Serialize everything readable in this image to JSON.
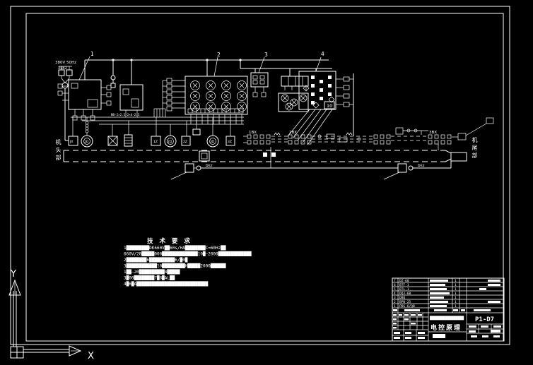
{
  "canvas": {
    "background": "#000000",
    "line_color": "#ffffff"
  },
  "ucs": {
    "y_label": "Y",
    "x_label": "X"
  },
  "supply": {
    "voltage": "380V 50Hz",
    "feeder": "XLB2"
  },
  "callouts": {
    "n1": "1",
    "n2": "2",
    "n3": "3",
    "n4": "4"
  },
  "top_blocks": {
    "module_tag": "10",
    "wire_spec": "NB-2×2.5-2×4-2.5"
  },
  "machine": {
    "jx": "JX",
    "m1": "1D",
    "m2": "2D",
    "m3": "3D",
    "z1": "1Z",
    "z2": "2Z",
    "z3": "3Z",
    "bx1": "1BX",
    "bx2": "2BX",
    "bx3": "3BX",
    "cable1": "bkz",
    "cable2": "bkz",
    "head": "机头部",
    "tail": "机尾部"
  },
  "notes": {
    "title": "技 术 要 求",
    "lines": [
      "1█████████DK660V██60s/HA████████C≈60Hz██",
      "660V/20█████000██████████████10█—2000█████████████",
      "2████████6██████████6/█0█",
      "3████████████10█████████H█████2000██████",
      "1██—20██████████8█████",
      "3█00████████7█8█AL██",
      "4█6█A████████████████████████████"
    ]
  },
  "title_block": {
    "drawing_no": "P1-D7",
    "project_line": "████████████████",
    "drawing_title": "电控原理",
    "bom_rows": [
      {
        "no": "7",
        "code": "DZ-60",
        "qty": "1"
      },
      {
        "no": "6",
        "code": "BTF-1",
        "qty": "1"
      },
      {
        "no": "5",
        "code": "BTL-1",
        "qty": "1"
      },
      {
        "no": "4",
        "code": "DQJ-60",
        "qty": "1"
      },
      {
        "no": "3",
        "code": "DBQ",
        "qty": "1"
      },
      {
        "no": "2",
        "code": "BPB-25",
        "qty": "1"
      },
      {
        "no": "1",
        "code": "PBS-6/QB",
        "qty": "1"
      }
    ]
  }
}
